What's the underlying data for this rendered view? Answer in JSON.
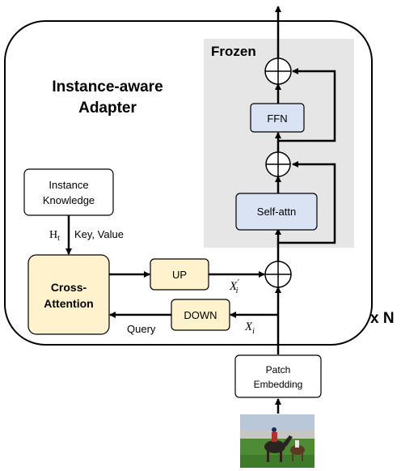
{
  "title": "Instance-aware Adapter",
  "title_line1": "Instance-aware",
  "title_line2": "Adapter",
  "frozen_label": "Frozen",
  "repeat_label": "x N",
  "blocks": {
    "ffn": "FFN",
    "self_attn": "Self-attn",
    "instance_knowledge_line1": "Instance",
    "instance_knowledge_line2": "Knowledge",
    "cross_attention_line1": "Cross-",
    "cross_attention_line2": "Attention",
    "up": "UP",
    "down": "DOWN",
    "patch_embedding_line1": "Patch",
    "patch_embedding_line2": "Embedding"
  },
  "edge_labels": {
    "key_value": "Key, Value",
    "query": "Query",
    "ht": "H",
    "ht_sub": "t",
    "xi_prime": "X",
    "xi_prime_sub": "i",
    "xi_prime_sup": "′",
    "xi": "X",
    "xi_sub": "i"
  },
  "colors": {
    "frozen_bg": "#e6e6e6",
    "blue_block": "#dae3f3",
    "yellow_block": "#fff2cc",
    "line": "#000000"
  },
  "image_description": "horse-racing-photo"
}
